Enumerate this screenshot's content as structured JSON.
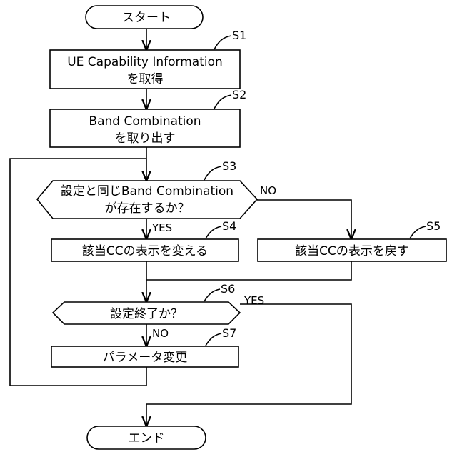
{
  "nodes": {
    "start": {
      "label": "スタート"
    },
    "s1": {
      "step": "S1",
      "line1": "UE Capability Information",
      "line2": "を取得"
    },
    "s2": {
      "step": "S2",
      "line1": "Band Combination",
      "line2": "を取り出す"
    },
    "s3": {
      "step": "S3",
      "line1": "設定と同じBand Combination",
      "line2": "が存在するか？"
    },
    "s4": {
      "step": "S4",
      "label": "該当CCの表示を変える"
    },
    "s5": {
      "step": "S5",
      "label": "該当CCの表示を戻す"
    },
    "s6": {
      "step": "S6",
      "label": "設定終了か？"
    },
    "s7": {
      "step": "S7",
      "label": "パラメータ変更"
    },
    "end": {
      "label": "エンド"
    }
  },
  "branches": {
    "s3_yes": "YES",
    "s3_no": "NO",
    "s6_yes": "YES",
    "s6_no": "NO"
  }
}
